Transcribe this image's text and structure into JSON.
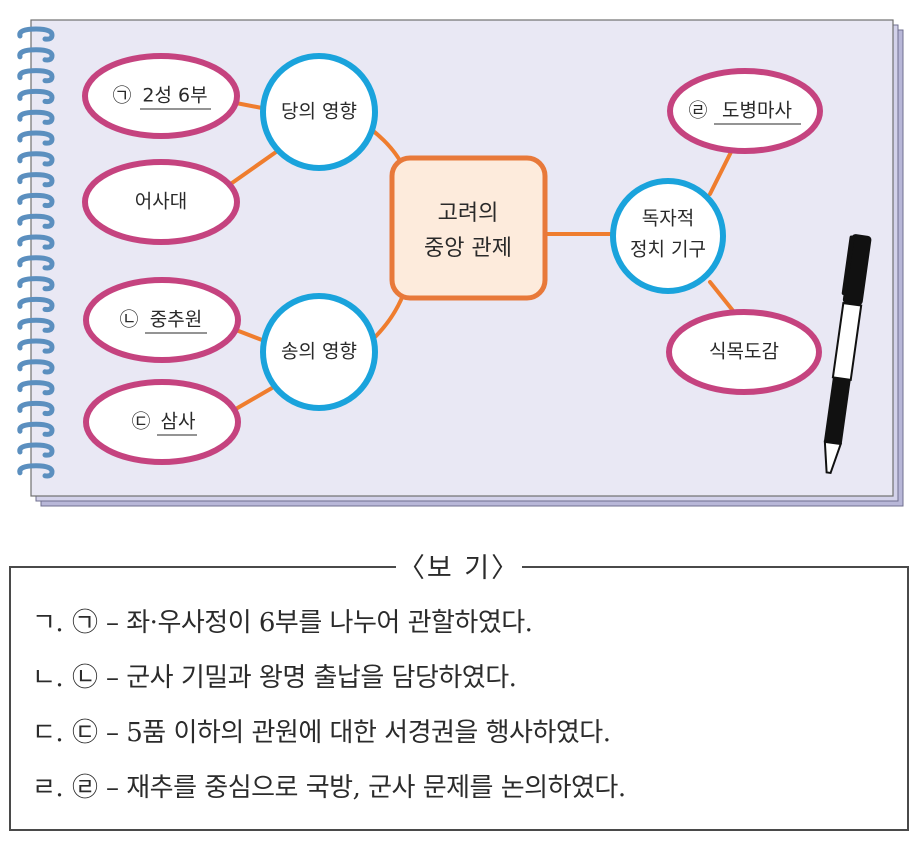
{
  "diagram": {
    "center": {
      "line1": "고려의",
      "line2": "중앙 관제"
    },
    "hubs": {
      "tang": "당의 영향",
      "song": "송의 영향",
      "independent": {
        "line1": "독자적",
        "line2": "정치 기구"
      }
    },
    "leaves": {
      "a": {
        "marker": "㉠",
        "label": "2성 6부",
        "underlined": true
      },
      "eosadae": {
        "label": "어사대",
        "underlined": false
      },
      "b": {
        "marker": "㉡",
        "label": "중추원",
        "underlined": true
      },
      "c": {
        "marker": "㉢",
        "label": "삼사",
        "underlined": true
      },
      "d": {
        "marker": "㉣",
        "label": "도병마사",
        "underlined": true
      },
      "sikmok": {
        "label": "식목도감",
        "underlined": false
      }
    },
    "colors": {
      "page_bg": "#e9e8f4",
      "page_stack": "#b8b7d8",
      "hub_stroke": "#1aa3dc",
      "leaf_stroke": "#c5437f",
      "connector": "#ef7d2e",
      "center_fill": "#fdebdc",
      "center_stroke": "#e8793a",
      "ring": "#5b8fbf"
    }
  },
  "bogi": {
    "title": "〈보 기〉",
    "items": [
      {
        "mark": "ㄱ.",
        "circle": "㉠",
        "text": "– 좌·우사정이 6부를 나누어 관할하였다."
      },
      {
        "mark": "ㄴ.",
        "circle": "㉡",
        "text": "– 군사 기밀과 왕명 출납을 담당하였다."
      },
      {
        "mark": "ㄷ.",
        "circle": "㉢",
        "text": "– 5품 이하의 관원에 대한 서경권을 행사하였다."
      },
      {
        "mark": "ㄹ.",
        "circle": "㉣",
        "text": "– 재추를 중심으로 국방, 군사 문제를 논의하였다."
      }
    ]
  }
}
